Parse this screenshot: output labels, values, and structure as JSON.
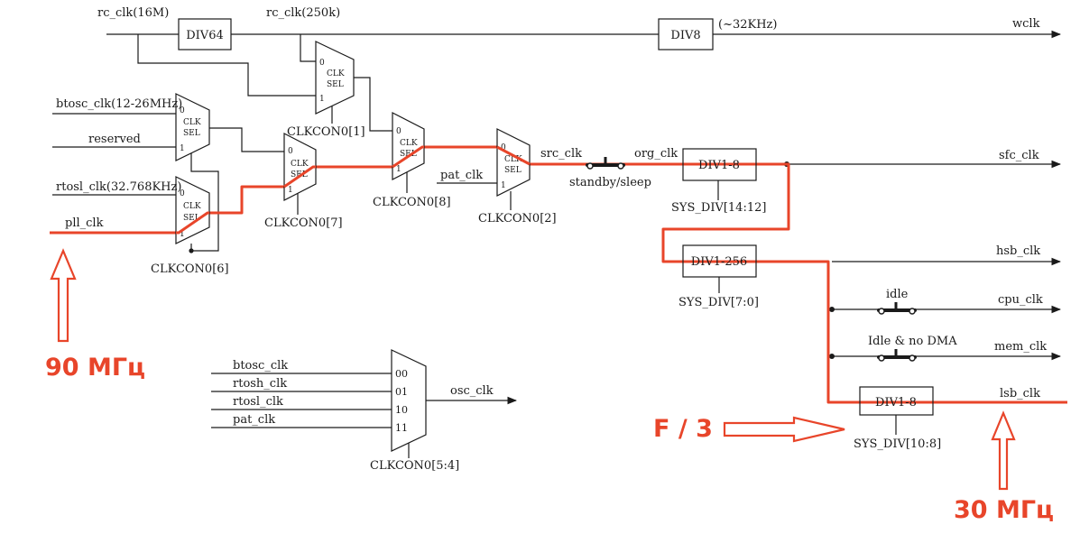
{
  "colors": {
    "wire": "#1a1a1a",
    "highlight": "#e8452a",
    "background": "#ffffff"
  },
  "signals": {
    "rc_clk_16m": "rc_clk(16M)",
    "rc_clk_250k": "rc_clk(250k)",
    "div8_note": "(~32KHz)",
    "wclk": "wclk",
    "btosc_clk_range": "btosc_clk(12-26MHz)",
    "reserved": "reserved",
    "rtosl_clk_range": "rtosl_clk(32.768KHz)",
    "pll_clk": "pll_clk",
    "pat_clk": "pat_clk",
    "src_clk": "src_clk",
    "org_clk": "org_clk",
    "standby_sleep": "standby/sleep",
    "sfc_clk": "sfc_clk",
    "hsb_clk": "hsb_clk",
    "idle": "idle",
    "cpu_clk": "cpu_clk",
    "idle_no_dma": "Idle & no DMA",
    "mem_clk": "mem_clk",
    "lsb_clk": "lsb_clk",
    "osc_clk": "osc_clk"
  },
  "blocks": {
    "div64": "DIV64",
    "div8": "DIV8",
    "div1_8_top": "DIV1-8",
    "div1_256": "DIV1-256",
    "div1_8_bottom": "DIV1-8",
    "sys_div_14_12": "SYS_DIV[14:12]",
    "sys_div_7_0": "SYS_DIV[7:0]",
    "sys_div_10_8": "SYS_DIV[10:8]"
  },
  "muxes": {
    "port0": "0",
    "port1": "1",
    "clk": "CLK",
    "sel": "SEL",
    "ctrl_6": "CLKCON0[6]",
    "ctrl_7": "CLKCON0[7]",
    "ctrl_1": "CLKCON0[1]",
    "ctrl_8": "CLKCON0[8]",
    "ctrl_2": "CLKCON0[2]",
    "ctrl_5_4": "CLKCON0[5:4]"
  },
  "osc_mux": {
    "inputs": [
      "btosc_clk",
      "rtosh_clk",
      "rtosl_clk",
      "pat_clk"
    ],
    "codes": [
      "00",
      "01",
      "10",
      "11"
    ]
  },
  "annotations": {
    "input_freq": "90 МГц",
    "divider": "F / 3",
    "output_freq": "30 МГц"
  }
}
